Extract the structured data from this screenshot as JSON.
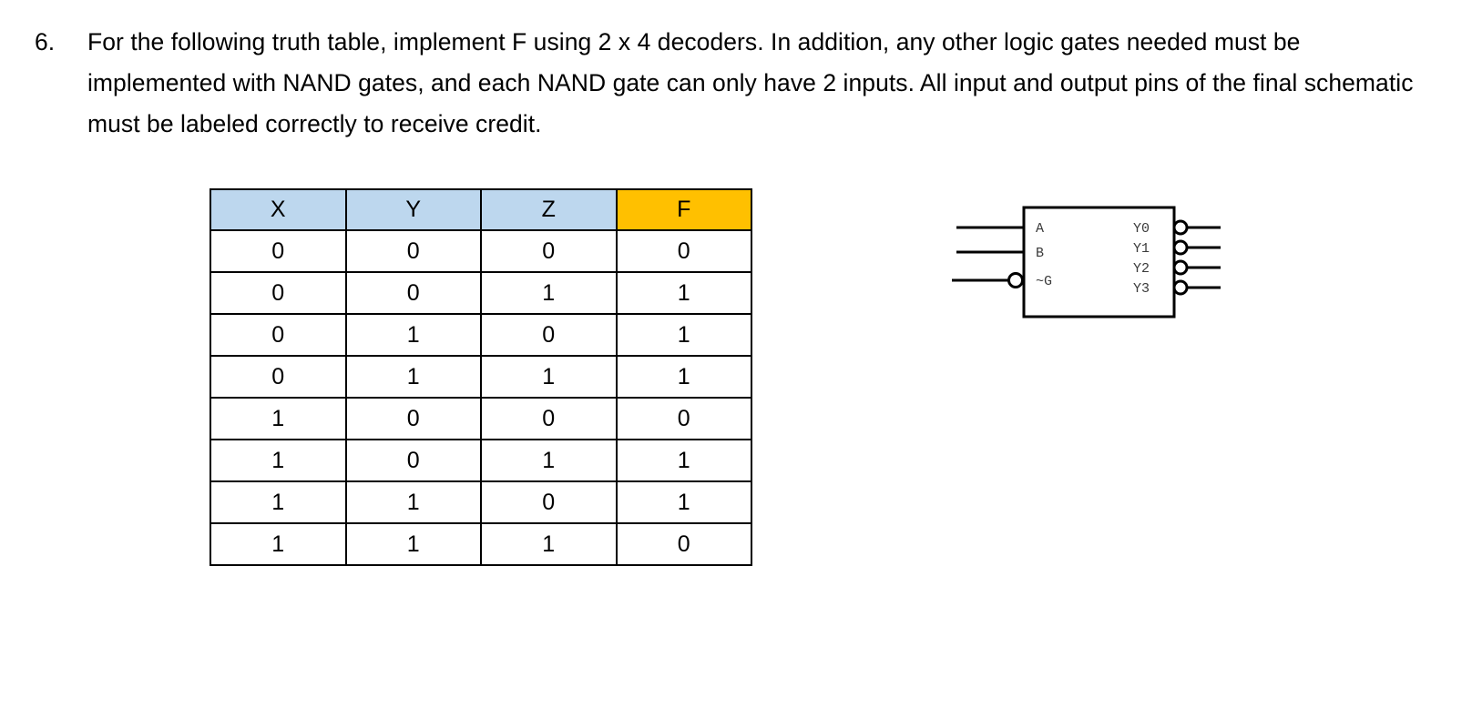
{
  "question": {
    "number": "6.",
    "text": "For the following truth table, implement F using 2 x 4 decoders. In addition, any other logic gates needed must be implemented with NAND gates, and each NAND gate can only have 2 inputs. All input and output pins of the final schematic must be labeled correctly to receive credit."
  },
  "colors": {
    "header_input": "#BDD7EE",
    "header_output": "#FFC000",
    "border": "#000000",
    "text": "#000000",
    "schematic_label": "#3A3A3A"
  },
  "truth_table": {
    "headers": [
      "X",
      "Y",
      "Z",
      "F"
    ],
    "rows": [
      [
        "0",
        "0",
        "0",
        "0"
      ],
      [
        "0",
        "0",
        "1",
        "1"
      ],
      [
        "0",
        "1",
        "0",
        "1"
      ],
      [
        "0",
        "1",
        "1",
        "1"
      ],
      [
        "1",
        "0",
        "0",
        "0"
      ],
      [
        "1",
        "0",
        "1",
        "1"
      ],
      [
        "1",
        "1",
        "0",
        "1"
      ],
      [
        "1",
        "1",
        "1",
        "0"
      ]
    ]
  },
  "decoder_symbol": {
    "inputs": [
      {
        "label": "A",
        "inverted": false
      },
      {
        "label": "B",
        "inverted": false
      },
      {
        "label": "~G",
        "inverted": true
      }
    ],
    "outputs": [
      {
        "label": "Y0",
        "inverted": true
      },
      {
        "label": "Y1",
        "inverted": true
      },
      {
        "label": "Y2",
        "inverted": true
      },
      {
        "label": "Y3",
        "inverted": true
      }
    ]
  }
}
